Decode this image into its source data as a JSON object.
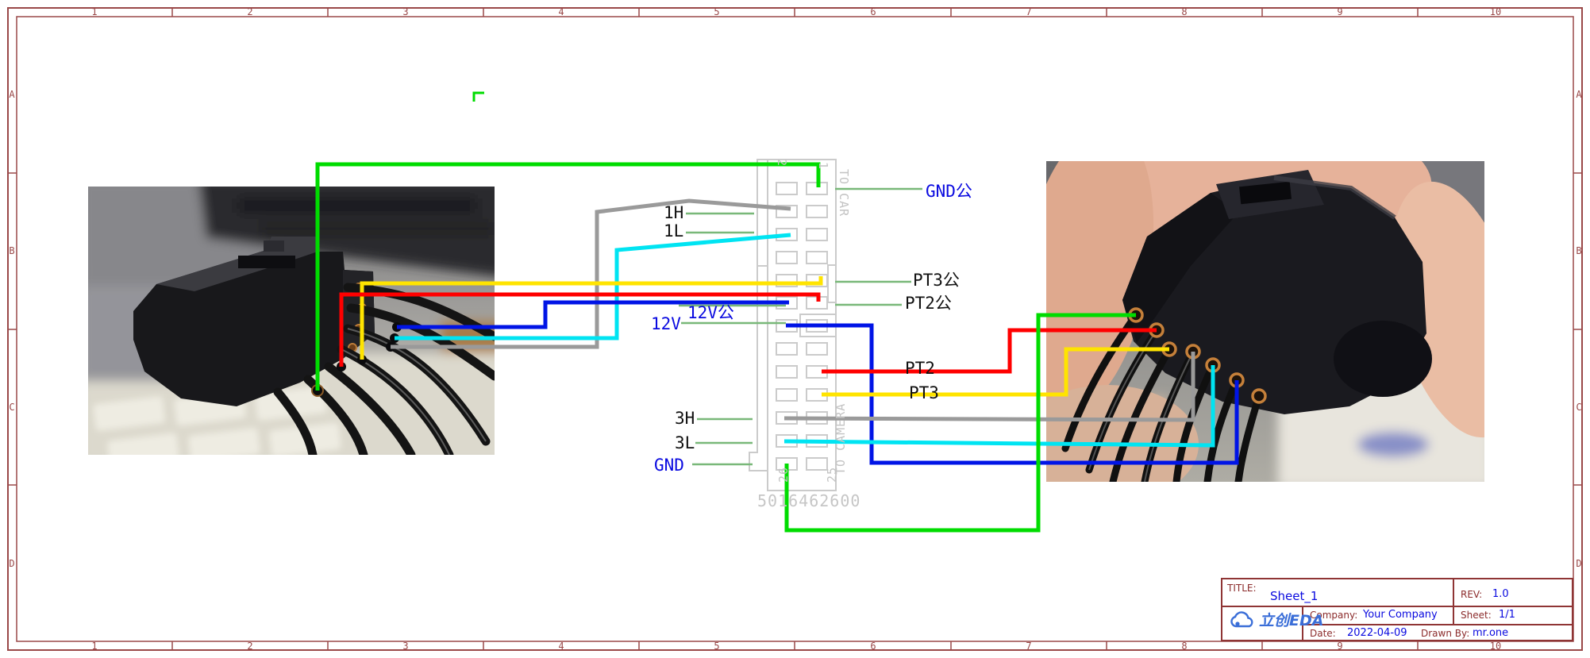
{
  "sheet": {
    "cols": [
      "1",
      "2",
      "3",
      "4",
      "5",
      "6",
      "7",
      "8",
      "9",
      "10"
    ],
    "rows": [
      "A",
      "B",
      "C",
      "D"
    ],
    "border_color": "#9a4848"
  },
  "symbol": {
    "part_number": "5016462600",
    "pin_top_left": "2",
    "pin_top_right": "1",
    "pin_bottom_left": "26",
    "pin_bottom_right": "25",
    "side_top": "TO CAR",
    "side_bottom": "TO CAMERA"
  },
  "nets": {
    "gnd_m": "GND公",
    "h1": "1H",
    "l1": "1L",
    "pt3_m": "PT3公",
    "pt2_m": "PT2公",
    "v12_m": "12V公",
    "v12": "12V",
    "pt2": "PT2",
    "pt3": "PT3",
    "h3": "3H",
    "l3": "3L",
    "gnd": "GND"
  },
  "wires": {
    "green": "#00dc00",
    "gray": "#9a9a9a",
    "cyan": "#00e4f2",
    "yellow": "#ffe400",
    "red": "#ff0000",
    "blue": "#0014e6",
    "stub": "#79b879"
  },
  "title_block": {
    "title_label": "TITLE:",
    "title": "Sheet_1",
    "rev_label": "REV:",
    "rev": "1.0",
    "company_label": "Company:",
    "company": "Your Company",
    "sheet_label": "Sheet:",
    "sheet": "1/1",
    "date_label": "Date:",
    "date": "2022-04-09",
    "drawn_label": "Drawn By:",
    "drawn_by": "mr.one",
    "logo": "立创EDA"
  }
}
